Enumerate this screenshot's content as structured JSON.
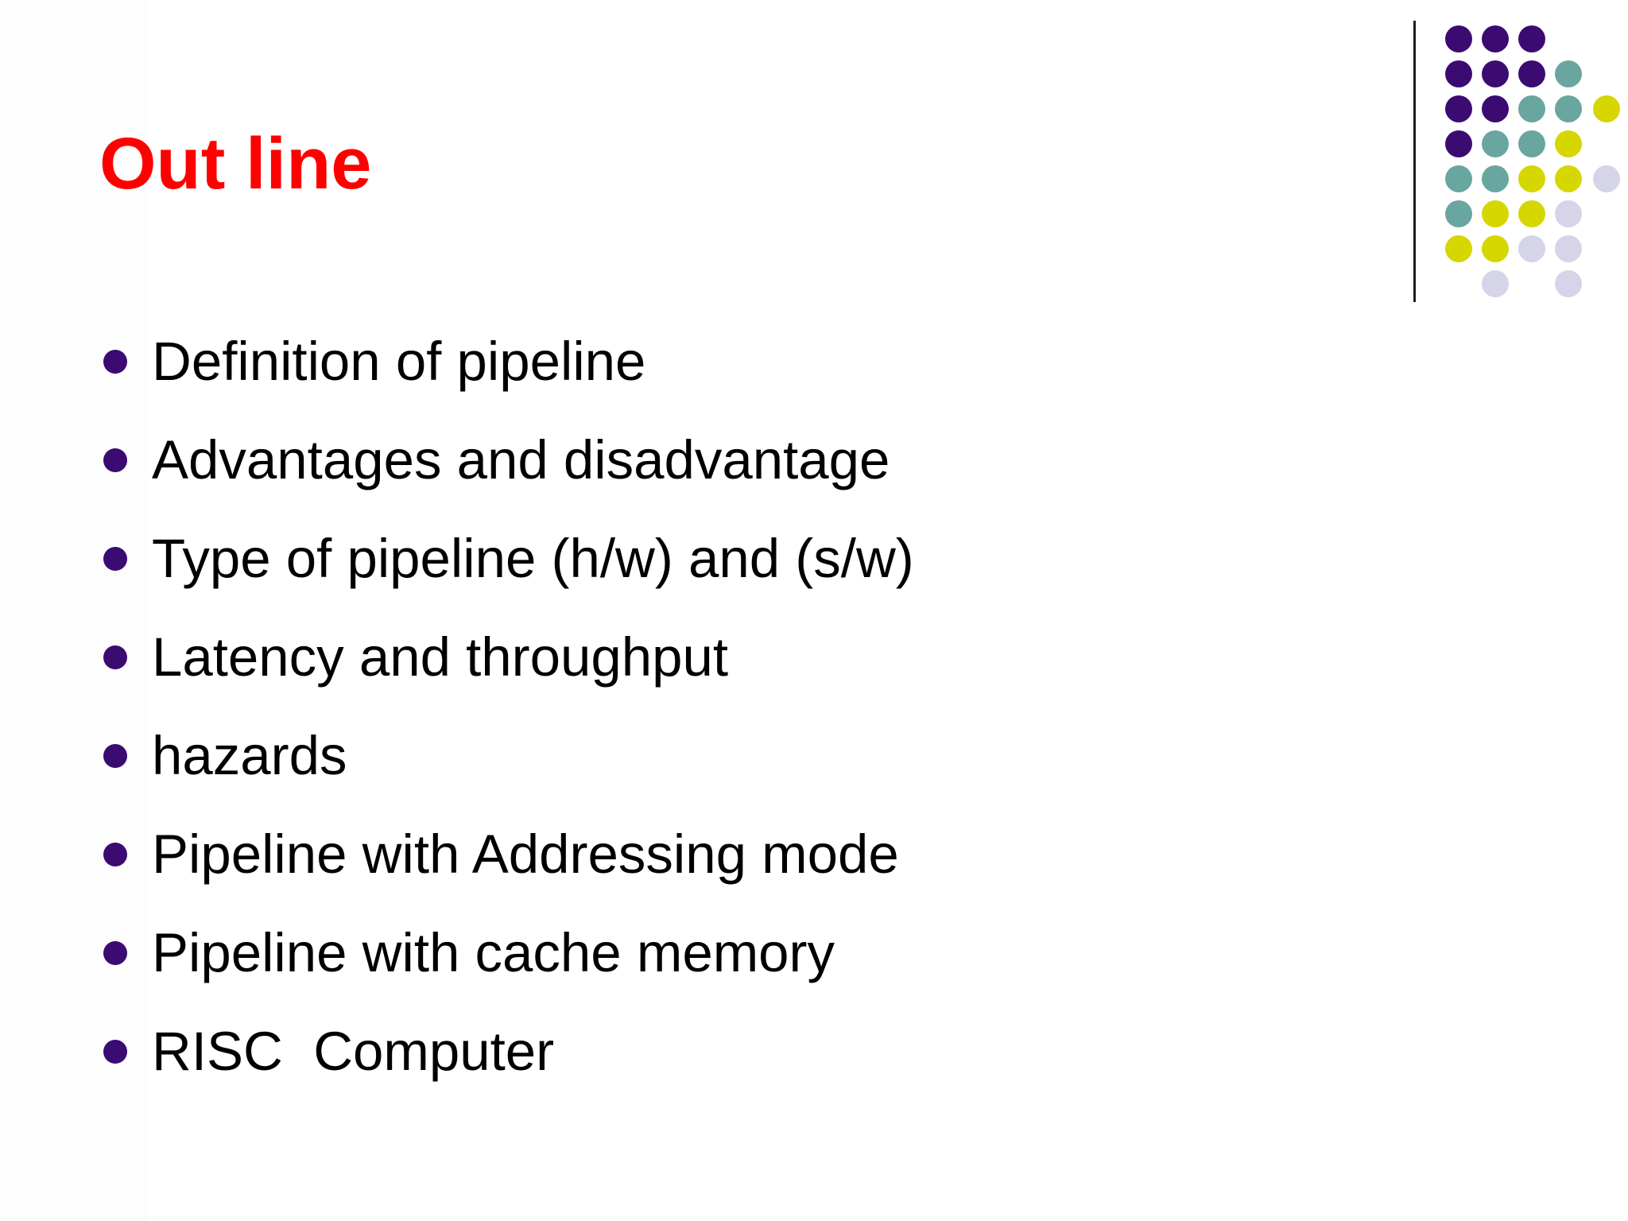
{
  "slide": {
    "title": "Out line",
    "title_color": "#FE0000",
    "background_color": "#FFFFFF",
    "body_text_color": "#000000",
    "bullet_marker_color": "#3B0B72"
  },
  "bullets": [
    {
      "text": "Definition of pipeline"
    },
    {
      "text": "Advantages and disadvantage"
    },
    {
      "text": "Type of pipeline (h/w) and (s/w)"
    },
    {
      "text": "Latency and throughput"
    },
    {
      "text": "hazards"
    },
    {
      "text": "Pipeline with Addressing mode"
    },
    {
      "text": "Pipeline with cache memory"
    },
    {
      "text": "RISC  Computer"
    }
  ],
  "logo": {
    "name": "digital-dots-logo",
    "rule_color": "#1B1B23",
    "palette": {
      "purple": "#3B0B72",
      "teal": "#69A6A0",
      "yellow": "#D6D600",
      "lavender": "#D5D4E8"
    },
    "grid": [
      [
        "purple",
        "purple",
        "purple",
        "",
        ""
      ],
      [
        "purple",
        "purple",
        "purple",
        "teal",
        ""
      ],
      [
        "purple",
        "purple",
        "teal",
        "teal",
        "yellow"
      ],
      [
        "purple",
        "teal",
        "teal",
        "yellow",
        ""
      ],
      [
        "teal",
        "teal",
        "yellow",
        "yellow",
        "lavender"
      ],
      [
        "teal",
        "yellow",
        "yellow",
        "lavender",
        ""
      ],
      [
        "yellow",
        "yellow",
        "lavender",
        "lavender",
        ""
      ],
      [
        "",
        "lavender",
        "",
        "lavender",
        ""
      ]
    ]
  }
}
